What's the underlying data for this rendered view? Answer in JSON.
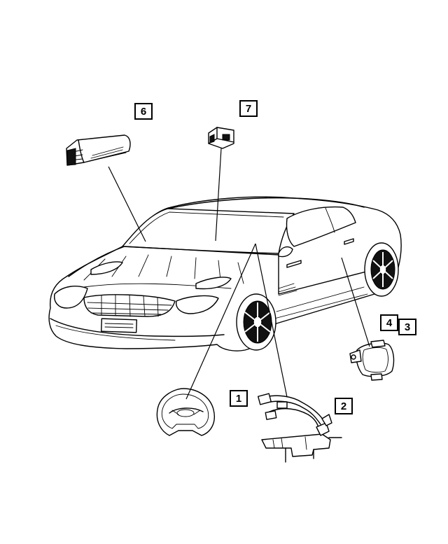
{
  "callouts": [
    {
      "label": "1"
    },
    {
      "label": "2"
    },
    {
      "label": "3"
    },
    {
      "label": "4"
    },
    {
      "label": "6"
    },
    {
      "label": "7"
    }
  ],
  "colors": {
    "line": "#000000",
    "background": "#ffffff"
  }
}
